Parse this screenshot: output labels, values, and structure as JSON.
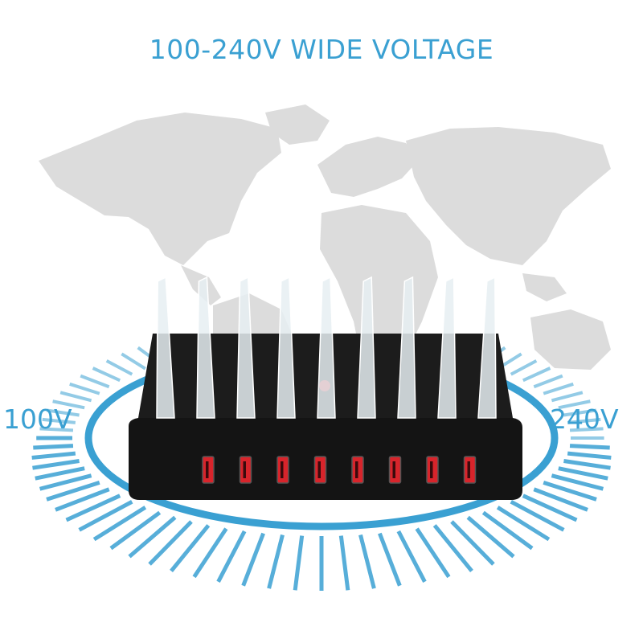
{
  "headline": "100-240V WIDE VOLTAGE",
  "label_min": "100V",
  "label_max": "240V",
  "colors": {
    "accent": "#3aa0d2",
    "map": "#dcdcdc",
    "charger_body": "#141414",
    "usb_port": "#d8242b",
    "divider": "#e6eef2"
  },
  "product": {
    "divider_count": 9,
    "usb_port_count": 8
  }
}
